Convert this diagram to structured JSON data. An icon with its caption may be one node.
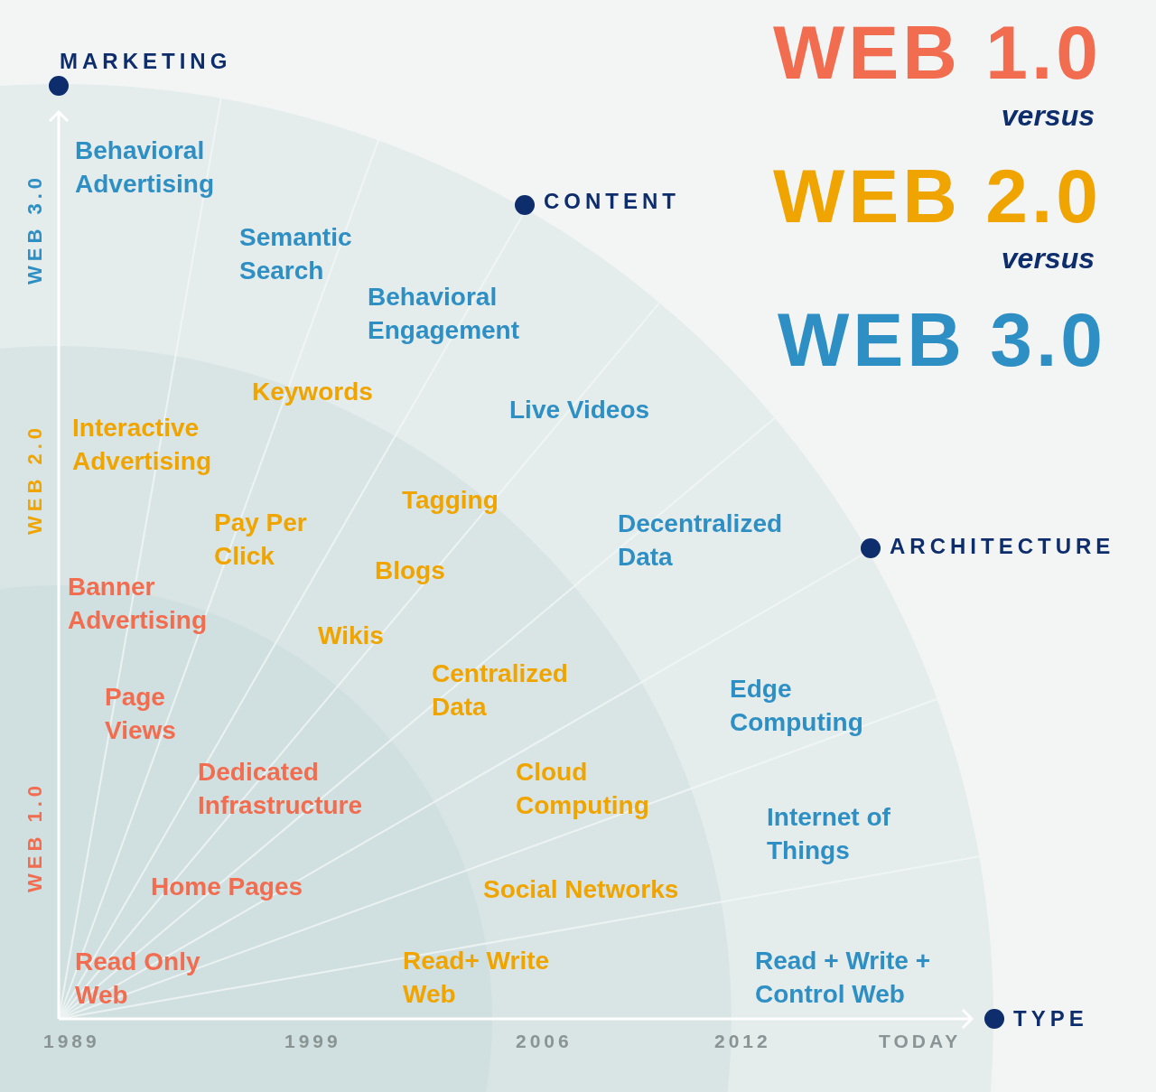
{
  "diagram": {
    "labels": [
      "MARKETING",
      "WEB 1.0",
      "versus",
      "Behavioral Advertising",
      "WEB 3.0",
      "CONTENT",
      "WEB 2.0",
      "Semantic Search",
      "versus",
      "Behavioral Engagement",
      "WEB 3.0",
      "Keywords",
      "Live Videos",
      "Interactive Advertising",
      "WEB 2.0",
      "Tagging",
      "Pay Per Click",
      "Decentralized Data",
      "ARCHITECTURE",
      "Blogs",
      "Banner Advertising",
      "Wikis",
      "Centralized Data",
      "Page Views",
      "Edge Computing",
      "Dedicated Infrastructure",
      "Cloud Computing",
      "WEB 1.0",
      "Internet of Things",
      "Home Pages",
      "Social Networks",
      "Read Only Web",
      "Read+ Write Web",
      "Read + Write + Control Web",
      "TYPE",
      "1989",
      "1999",
      "2006",
      "2012",
      "TODAY"
    ]
  }
}
